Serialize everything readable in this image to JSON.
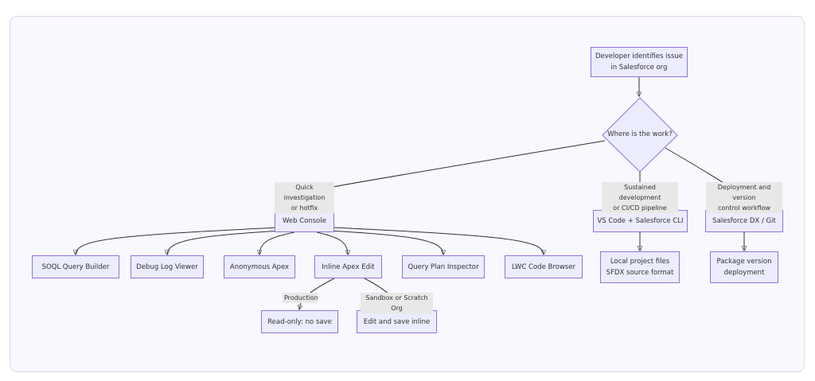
{
  "nodes": {
    "start": "Developer identifies issue\nin Salesforce org",
    "decision": "Where is the work?",
    "web_console": "Web Console",
    "vscode": "VS Code + Salesforce CLI",
    "sfdx_git": "Salesforce DX / Git",
    "soql": "SOQL Query Builder",
    "debug_log": "Debug Log Viewer",
    "anon_apex": "Anonymous Apex",
    "inline_edit": "Inline Apex Edit",
    "query_plan": "Query Plan Inspector",
    "lwc_browser": "LWC Code Browser",
    "local_project": "Local project files\nSFDX source format",
    "package_deploy": "Package version\ndeployment",
    "read_only": "Read-only: no save",
    "edit_save": "Edit and save inline"
  },
  "edge_labels": {
    "quick": "Quick investigation\nor hotfix",
    "sustained": "Sustained development\nor CI/CD pipeline",
    "deployment": "Deployment and version\ncontrol workflow",
    "production": "Production",
    "sandbox": "Sandbox or Scratch Org"
  }
}
